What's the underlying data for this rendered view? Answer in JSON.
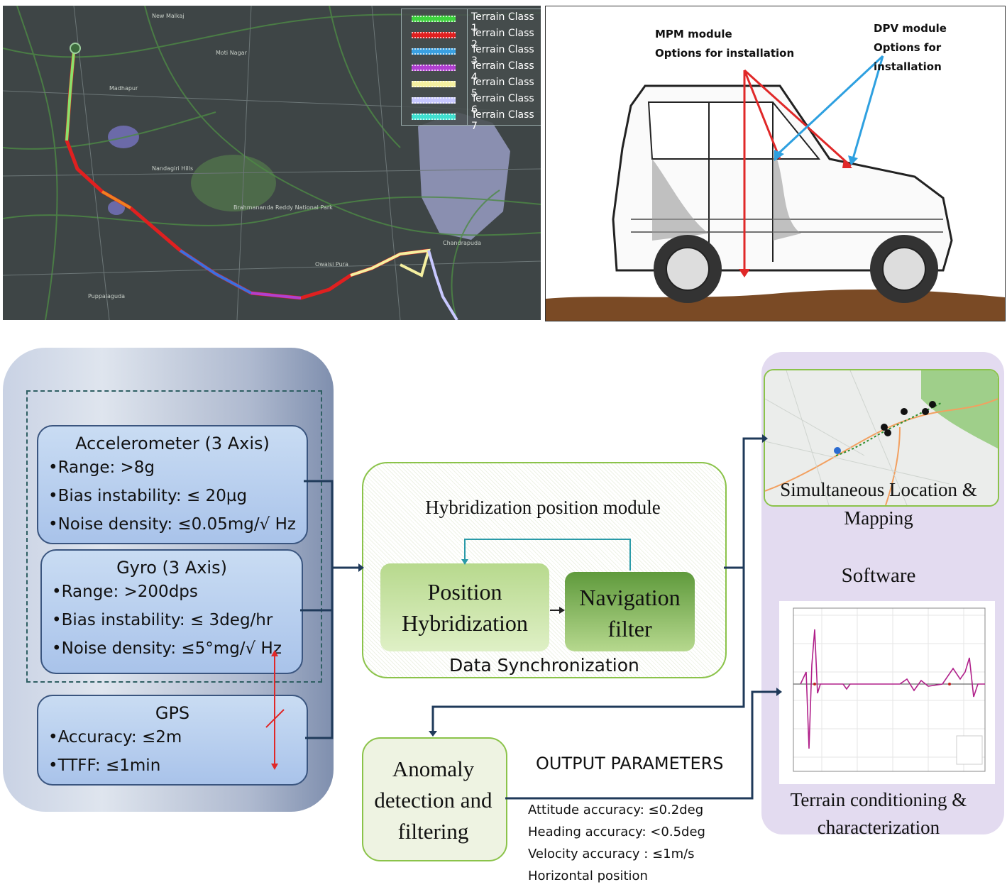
{
  "map": {
    "legend": [
      {
        "label": "Terrain Class 1",
        "color": "#3fd23f"
      },
      {
        "label": "Terrain Class 2",
        "color": "#e02020"
      },
      {
        "label": "Terrain Class 3",
        "color": "#3aa0e0"
      },
      {
        "label": "Terrain Class 4",
        "color": "#b040d0"
      },
      {
        "label": "Terrain Class 5",
        "color": "#f5f0a0"
      },
      {
        "label": "Terrain Class 6",
        "color": "#c8c8ff"
      },
      {
        "label": "Terrain Class 7",
        "color": "#40e0d0"
      }
    ]
  },
  "car": {
    "mpm_line1": "MPM module",
    "mpm_line2": "Options for installation",
    "dpv_line1": "DPV module",
    "dpv_line2": "Options for installation"
  },
  "sensors": {
    "accel": {
      "title": "Accelerometer (3 Axis)",
      "lines": [
        "•Range: >8g",
        "•Bias instability: ≤ 20µg",
        "•Noise density: ≤0.05mg/√ Hz"
      ]
    },
    "gyro": {
      "title": "Gyro (3 Axis)",
      "lines": [
        "•Range: >200dps",
        "•Bias instability: ≤ 3deg/hr",
        "•Noise density: ≤5°mg/√ Hz"
      ]
    },
    "gps": {
      "title": "GPS",
      "lines": [
        "•Accuracy: ≤2m",
        "•TTFF: ≤1min"
      ]
    }
  },
  "hybrid": {
    "title": "Hybridization position module",
    "pos_line1": "Position",
    "pos_line2": "Hybridization",
    "nav_line1": "Navigation",
    "nav_line2": "filter",
    "sync": "Data Synchronization"
  },
  "anomaly": {
    "line1": "Anomaly",
    "line2": "detection and",
    "line3": "filtering"
  },
  "output": {
    "title": "OUTPUT PARAMETERS",
    "items": [
      "Attitude accuracy: ≤0.2deg",
      "Heading accuracy: <0.5deg",
      "Velocity accuracy : ≤1m/s",
      "Horizontal position"
    ]
  },
  "software": {
    "slam_line1": "Simultaneous Location &",
    "slam_line2": "Mapping",
    "label": "Software",
    "terrain_line1": "Terrain conditioning &",
    "terrain_line2": "characterization"
  }
}
